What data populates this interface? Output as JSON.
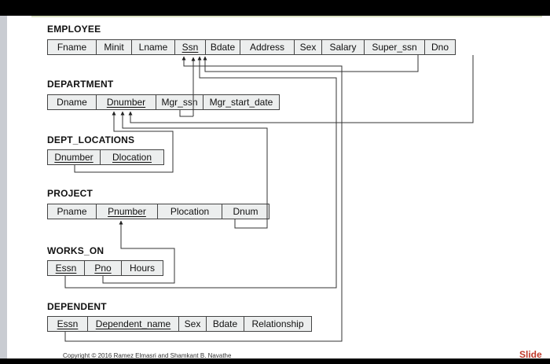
{
  "tables": {
    "employee": {
      "name": "EMPLOYEE",
      "attrs": [
        {
          "label": "Fname",
          "key": false
        },
        {
          "label": "Minit",
          "key": false
        },
        {
          "label": "Lname",
          "key": false
        },
        {
          "label": "Ssn",
          "key": true
        },
        {
          "label": "Bdate",
          "key": false
        },
        {
          "label": "Address",
          "key": false
        },
        {
          "label": "Sex",
          "key": false
        },
        {
          "label": "Salary",
          "key": false
        },
        {
          "label": "Super_ssn",
          "key": false
        },
        {
          "label": "Dno",
          "key": false
        }
      ]
    },
    "department": {
      "name": "DEPARTMENT",
      "attrs": [
        {
          "label": "Dname",
          "key": false
        },
        {
          "label": "Dnumber",
          "key": true
        },
        {
          "label": "Mgr_ssn",
          "key": false
        },
        {
          "label": "Mgr_start_date",
          "key": false
        }
      ]
    },
    "dept_locations": {
      "name": "DEPT_LOCATIONS",
      "attrs": [
        {
          "label": "Dnumber",
          "key": true
        },
        {
          "label": "Dlocation",
          "key": true
        }
      ]
    },
    "project": {
      "name": "PROJECT",
      "attrs": [
        {
          "label": "Pname",
          "key": false
        },
        {
          "label": "Pnumber",
          "key": true
        },
        {
          "label": "Plocation",
          "key": false
        },
        {
          "label": "Dnum",
          "key": false
        }
      ]
    },
    "works_on": {
      "name": "WORKS_ON",
      "attrs": [
        {
          "label": "Essn",
          "key": true
        },
        {
          "label": "Pno",
          "key": true
        },
        {
          "label": "Hours",
          "key": false
        }
      ]
    },
    "dependent": {
      "name": "DEPENDENT",
      "attrs": [
        {
          "label": "Essn",
          "key": true
        },
        {
          "label": "Dependent_name",
          "key": true
        },
        {
          "label": "Sex",
          "key": false
        },
        {
          "label": "Bdate",
          "key": false
        },
        {
          "label": "Relationship",
          "key": false
        }
      ]
    }
  },
  "references": [
    {
      "from": "employee.Super_ssn",
      "to": "employee.Ssn"
    },
    {
      "from": "employee.Dno",
      "to": "department.Dnumber"
    },
    {
      "from": "department.Mgr_ssn",
      "to": "employee.Ssn"
    },
    {
      "from": "dept_locations.Dnumber",
      "to": "department.Dnumber"
    },
    {
      "from": "project.Dnum",
      "to": "department.Dnumber"
    },
    {
      "from": "works_on.Essn",
      "to": "employee.Ssn"
    },
    {
      "from": "works_on.Pno",
      "to": "project.Pnumber"
    },
    {
      "from": "dependent.Essn",
      "to": "employee.Ssn"
    }
  ],
  "footer": {
    "copyright": "Copyright © 2016 Ramez Elmasri and Shamkant B. Navathe",
    "slide_label": "Slide"
  },
  "colors": {
    "cell_fill": "#eceeee",
    "line": "#444444",
    "slide_label": "#c0392b"
  }
}
